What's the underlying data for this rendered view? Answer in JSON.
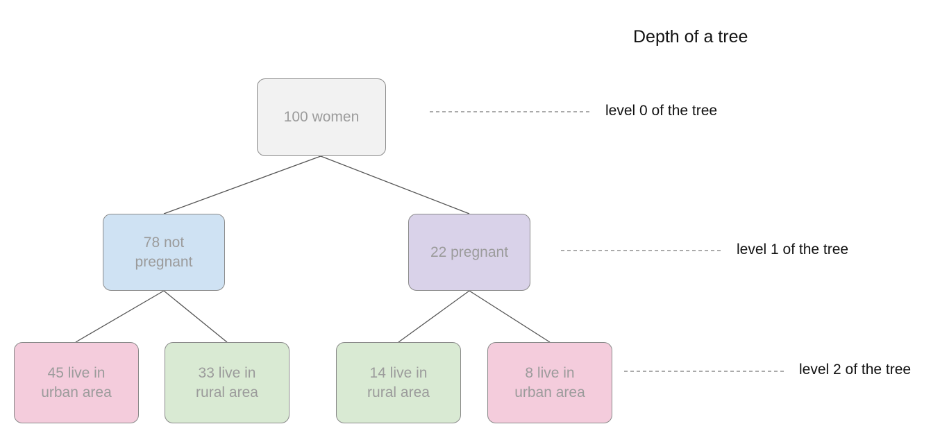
{
  "title": "Depth of a tree",
  "colors": {
    "node_border": "#8a8a8a",
    "node_text": "#9b9b9b",
    "root_fill": "#f2f2f2",
    "not_pregnant_fill": "#cfe2f3",
    "pregnant_fill": "#d9d2e9",
    "urban_fill": "#f4ccdc",
    "rural_fill": "#d9ead3",
    "edge": "#555555",
    "guide_dash": "#555555"
  },
  "nodes": {
    "root": {
      "label": "100 women"
    },
    "not_pregnant": {
      "label": "78 not\npregnant"
    },
    "pregnant": {
      "label": "22 pregnant"
    },
    "np_urban": {
      "label": "45 live in\nurban area"
    },
    "np_rural": {
      "label": "33 live in\nrural area"
    },
    "p_rural": {
      "label": "14 live in\nrural area"
    },
    "p_urban": {
      "label": "8 live in\nurban area"
    }
  },
  "levels": [
    {
      "label": "level 0 of the tree"
    },
    {
      "label": "level 1 of the tree"
    },
    {
      "label": "level 2 of the tree"
    }
  ]
}
